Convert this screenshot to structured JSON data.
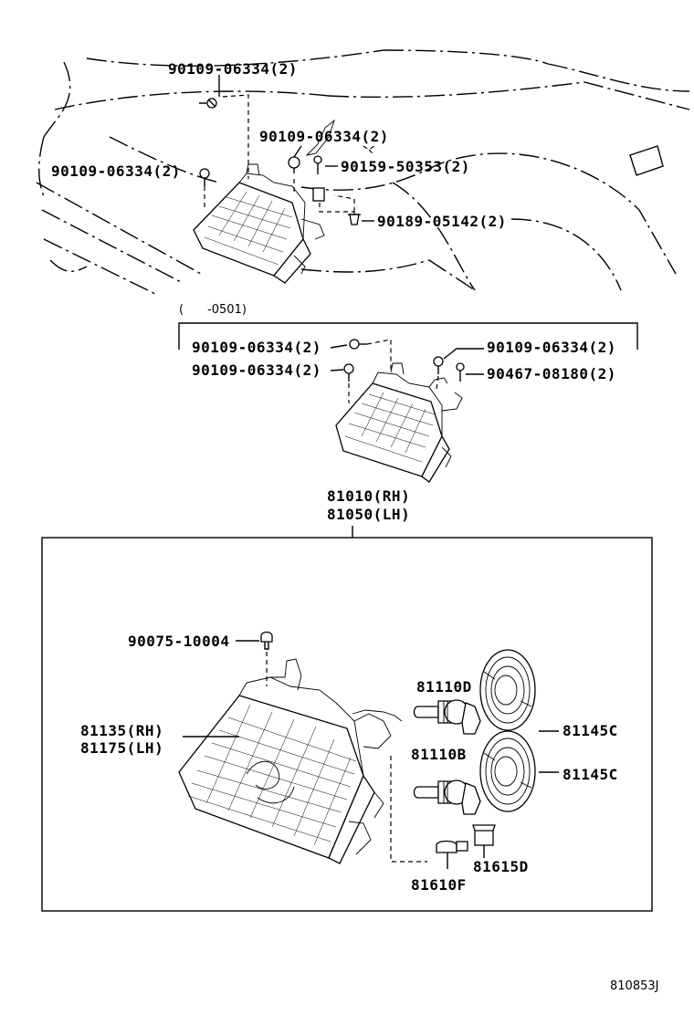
{
  "diagram": {
    "top_assembly": {
      "labels": {
        "bolt_upper": "90109-06334(2)",
        "bolt_mid": "90109-06334(2)",
        "bolt_left": "90109-06334(2)",
        "screw": "90159-50353(2)",
        "clip": "90189-05142(2)"
      }
    },
    "variant": {
      "range_label": "(　　-0501)",
      "labels": {
        "bolt_a": "90109-06334(2)",
        "bolt_b": "90109-06334(2)",
        "bolt_c": "90109-06334(2)",
        "screw": "90467-08180(2)"
      }
    },
    "assembly_label": {
      "line1": "81010(RH)",
      "line2": "81050(LH)"
    },
    "detail": {
      "labels": {
        "screw": "90075-10004",
        "unit_rh": "81135(RH)",
        "unit_lh": "81175(LH)",
        "bulb_d": "81110D",
        "bulb_b": "81110B",
        "cap_upper": "81145C",
        "cap_lower": "81145C",
        "socket": "81615D",
        "bulb_small": "81610F"
      }
    },
    "figure_code": "810853J"
  }
}
